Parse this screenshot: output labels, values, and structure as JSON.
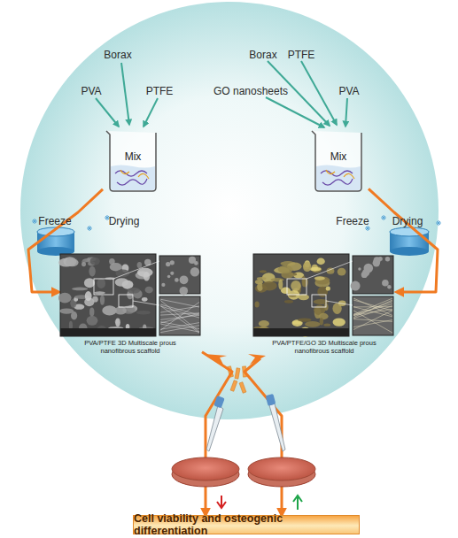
{
  "diagram": {
    "nodes": [
      {
        "text": [
          "Mix"
        ]
      },
      {
        "text": [
          "Mix"
        ]
      },
      {
        "text": [
          "PVA/PTFE 3D Multiscale prous nanofibrous scaffold"
        ]
      },
      {
        "text": [
          "PVA/PTFE/GO 3D Multiscale prous nanofibrous scaffold"
        ]
      },
      {
        "text": [
          "Cell viability and osteogenic differentiation"
        ]
      }
    ],
    "edges": [
      {
        "from": 0,
        "to": 2,
        "arrow": "to"
      },
      {
        "from": 1,
        "to": 3,
        "arrow": "to"
      },
      {
        "from": 2,
        "to": 4,
        "arrow": "to"
      },
      {
        "from": 3,
        "to": 4,
        "arrow": "to"
      }
    ],
    "labels": [
      "PVA",
      "Borax",
      "PTFE",
      "GO nanosheets",
      "Borax",
      "PTFE",
      "PVA",
      "Freeze",
      "Drying",
      "Freeze",
      "Drying"
    ]
  }
}
